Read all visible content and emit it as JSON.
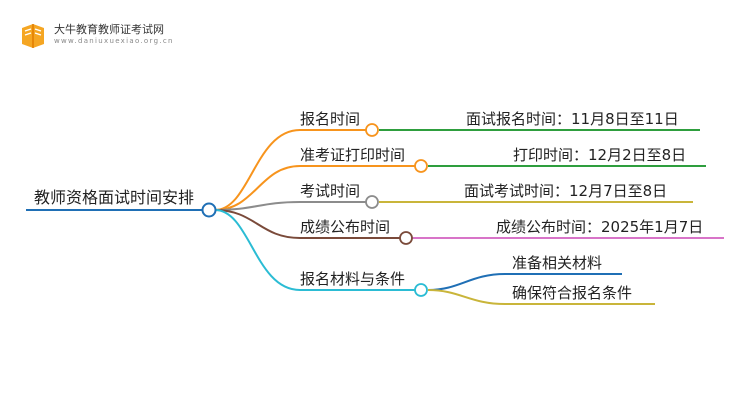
{
  "brand": {
    "title": "大牛教育教师证考试网",
    "url": "www.daniuxuexiao.org.cn"
  },
  "mindmap": {
    "root": "教师资格面试时间安排",
    "branches": [
      {
        "label": "报名时间",
        "detail": "面试报名时间：11月8日至11日",
        "color": "#f7941d",
        "line": "#2e9e3e"
      },
      {
        "label": "准考证打印时间",
        "detail": "打印时间：12月2日至8日",
        "color": "#f7941d",
        "line": "#2e9e3e"
      },
      {
        "label": "考试时间",
        "detail": "面试考试时间：12月7日至8日",
        "color": "#8c8c8c",
        "line": "#c9b53a"
      },
      {
        "label": "成绩公布时间",
        "detail": "成绩公布时间：2025年1月7日",
        "color": "#7a4a3a",
        "line": "#d874c8"
      },
      {
        "label": "报名材料与条件",
        "color": "#2bbcd4",
        "children": [
          {
            "label": "准备相关材料",
            "color": "#1f6fb5"
          },
          {
            "label": "确保符合报名条件",
            "color": "#c9b53a"
          }
        ]
      }
    ],
    "root_color": "#1f6fb5"
  }
}
